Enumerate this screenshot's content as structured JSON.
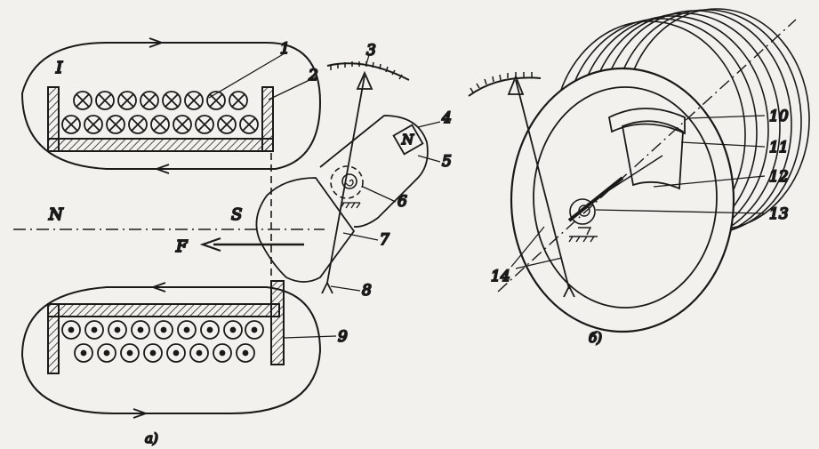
{
  "figure_a": {
    "caption": "а)",
    "current_label": "I",
    "pole_n": "N",
    "pole_s": "S",
    "force_label": "F",
    "callouts": [
      "1",
      "2",
      "3",
      "4",
      "5",
      "6",
      "7",
      "8",
      "9"
    ],
    "magnet_n": "N"
  },
  "figure_b": {
    "caption": "б)",
    "callouts": [
      "10",
      "11",
      "12",
      "13",
      "14"
    ]
  }
}
